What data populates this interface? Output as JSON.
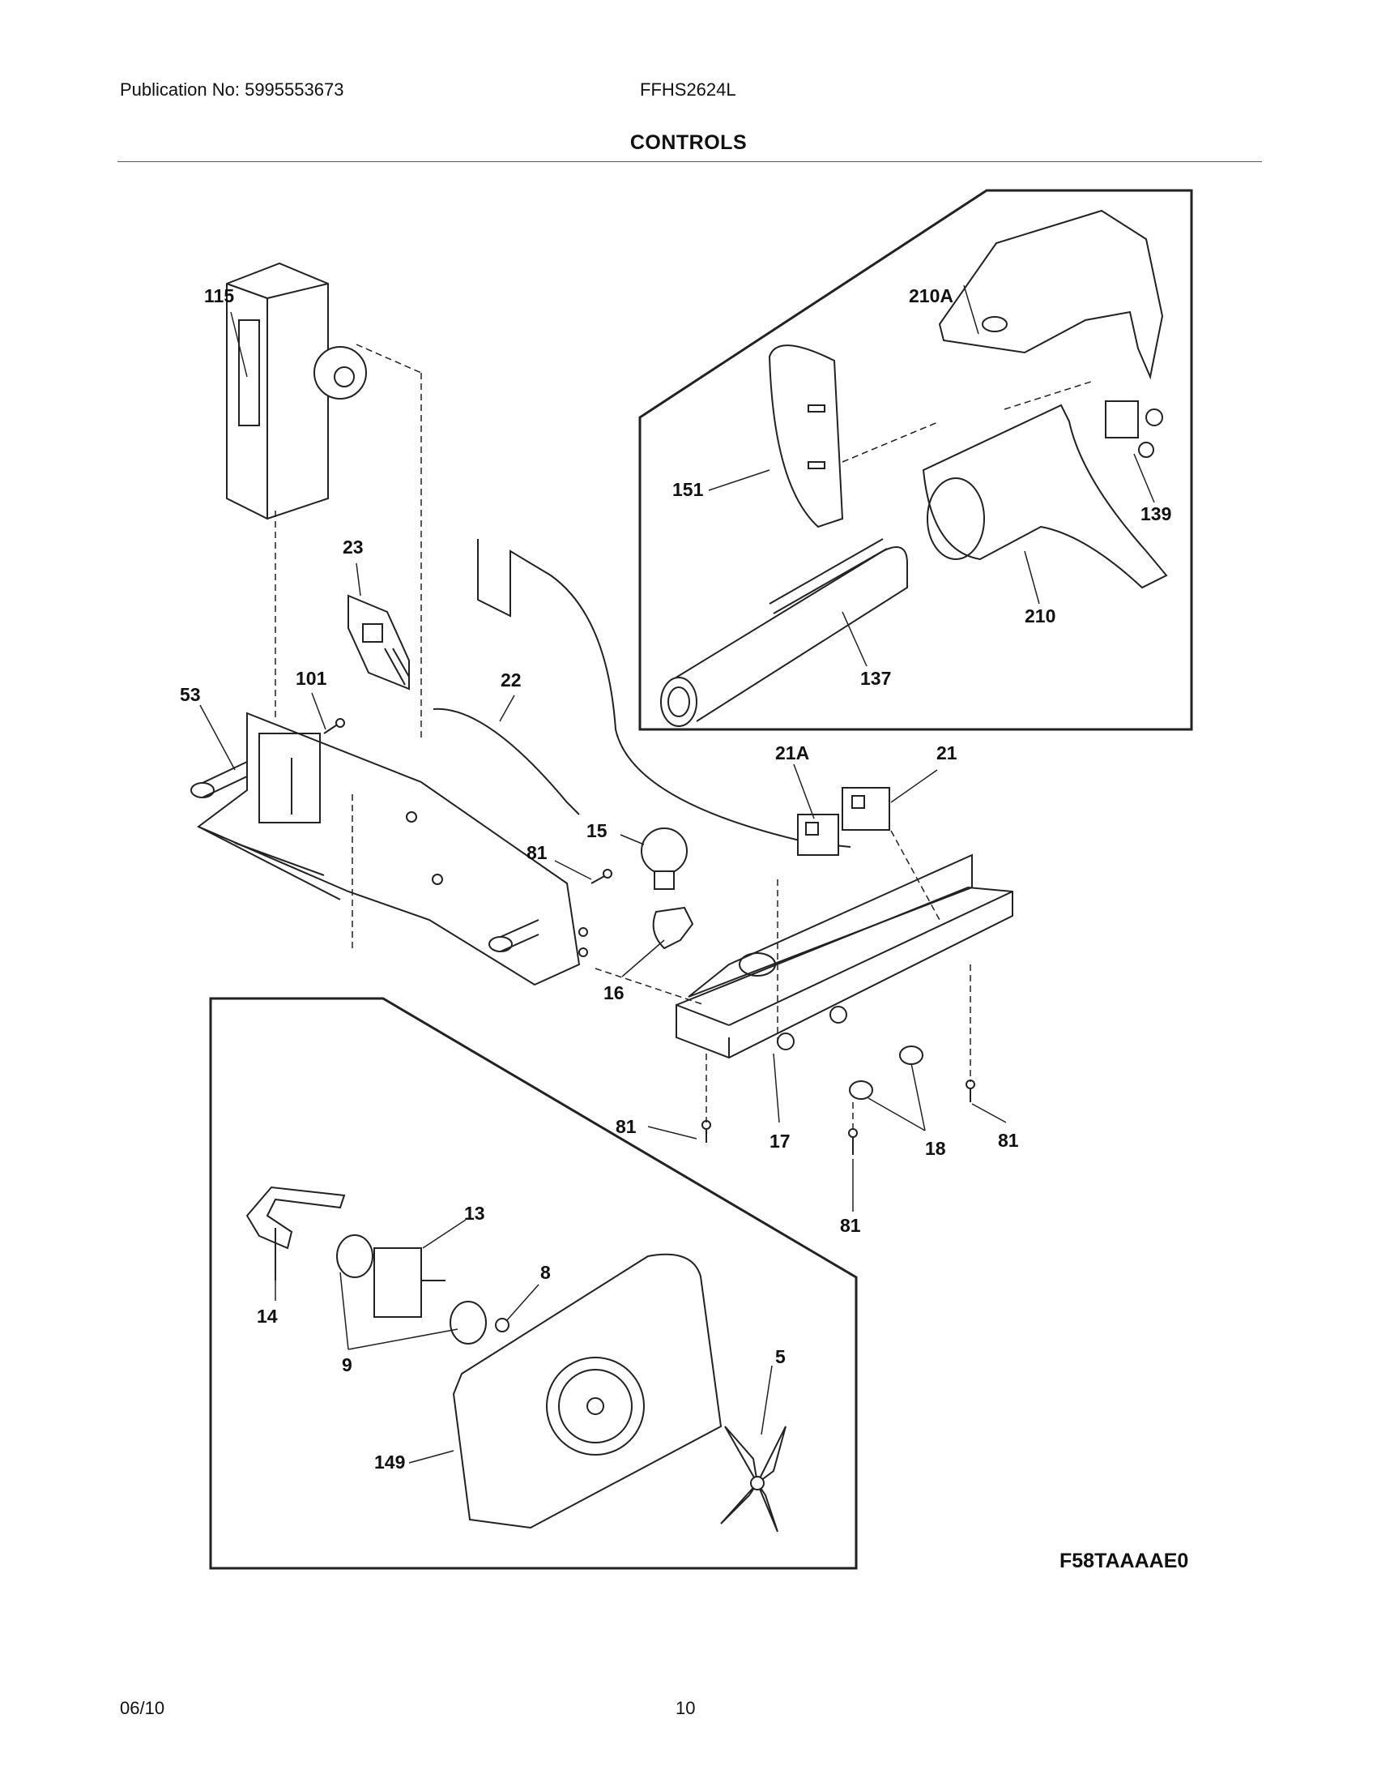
{
  "header": {
    "publication": "Publication No: 5995553673",
    "model": "FFHS2624L"
  },
  "section_title": "CONTROLS",
  "figure_code": "F58TAAAAE0",
  "footer": {
    "date": "06/10",
    "page": "10"
  },
  "callouts": {
    "c115": "115",
    "c23": "23",
    "c101": "101",
    "c53": "53",
    "c22": "22",
    "c210a": "210A",
    "c151": "151",
    "c139": "139",
    "c210": "210",
    "c137": "137",
    "c21a": "21A",
    "c21": "21",
    "c15": "15",
    "c81a": "81",
    "c16": "16",
    "c81b": "81",
    "c17": "17",
    "c18": "18",
    "c81c": "81",
    "c81d": "81",
    "c13": "13",
    "c8": "8",
    "c14": "14",
    "c9": "9",
    "c5": "5",
    "c149": "149"
  }
}
